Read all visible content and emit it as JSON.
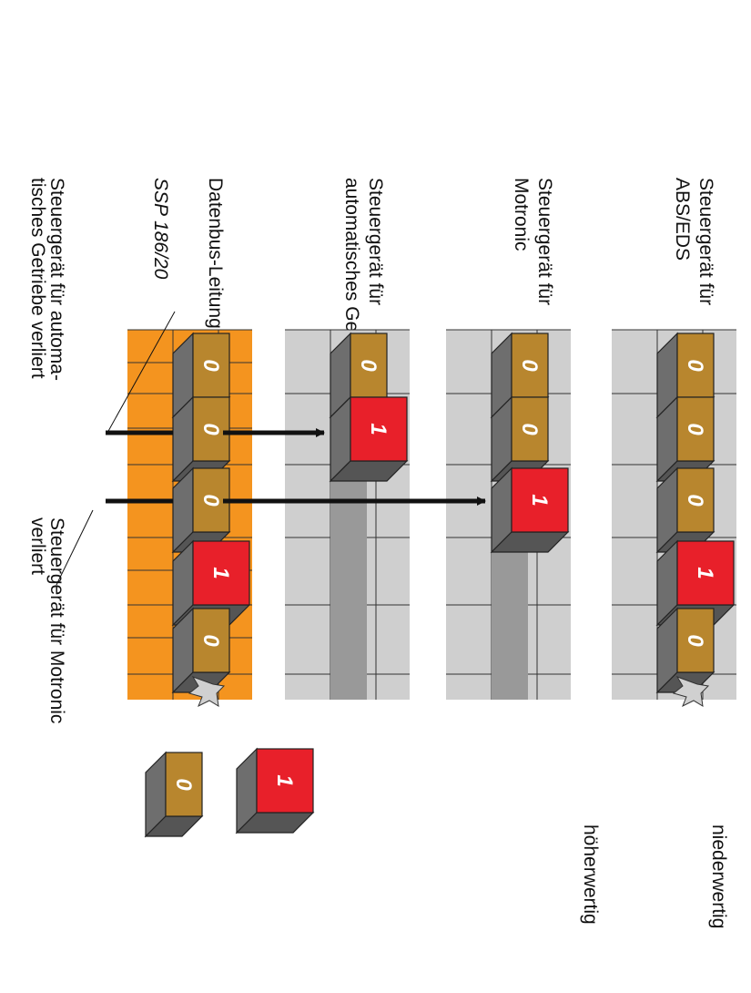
{
  "colors": {
    "grey_column": "#cfcfcf",
    "grey_stripe": "#999999",
    "orange_column": "#f4941f",
    "block_zero": "#b8862e",
    "block_one": "#e8202a",
    "block_side": "#6e6e6e",
    "arrow": "#111111"
  },
  "columns": [
    {
      "label_lines": [
        "Steuergerät für",
        "ABS/EDS"
      ],
      "bits": [
        "0",
        "0",
        "0",
        "1",
        "0"
      ]
    },
    {
      "label_lines": [
        "Steuergerät für",
        "Motronic"
      ],
      "bits": [
        "0",
        "0",
        "1"
      ]
    },
    {
      "label_lines": [
        "Steuergerät für",
        "automatisches Getriebe"
      ],
      "bits": [
        "0",
        "1"
      ]
    },
    {
      "label_lines": [
        "Datenbus-Leitung"
      ],
      "bits": [
        "0",
        "0",
        "0",
        "1",
        "0"
      ]
    }
  ],
  "figure_ref": "SSP 186/20",
  "callouts": [
    {
      "lines": [
        "Steuergerät für automa-",
        "tisches Getriebe verliert"
      ]
    },
    {
      "lines": [
        "Steuergerät für Motronic",
        "verliert"
      ]
    }
  ],
  "legend": [
    {
      "bit": "1",
      "text": "niederwertig"
    },
    {
      "bit": "0",
      "text": "höherwertig"
    }
  ]
}
